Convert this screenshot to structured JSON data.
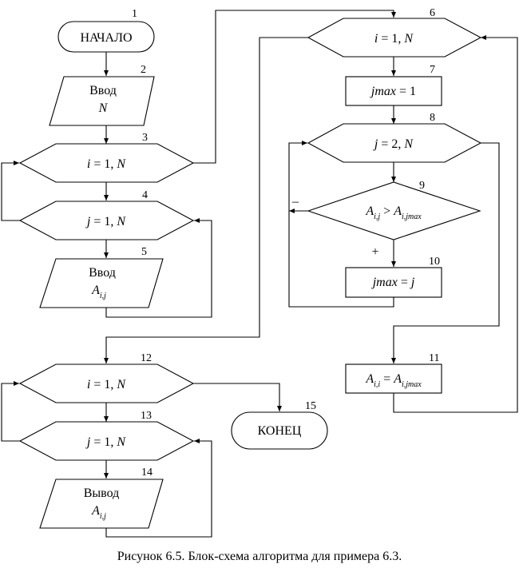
{
  "figure": {
    "caption": "Рисунок 6.5. Блок-схема алгоритма для примера 6.3."
  },
  "blocks": {
    "b1": {
      "number": "1",
      "text": "НАЧАЛО"
    },
    "b2": {
      "number": "2",
      "line1": "Ввод",
      "line2": "N"
    },
    "b3": {
      "number": "3",
      "var": "i",
      "eq": " = 1, ",
      "bound": "N"
    },
    "b4": {
      "number": "4",
      "var": "j",
      "eq": " = 1, ",
      "bound": "N"
    },
    "b5": {
      "number": "5",
      "line1": "Ввод",
      "base": "A",
      "sub": "i,j"
    },
    "b6": {
      "number": "6",
      "var": "i",
      "eq": " = 1, ",
      "bound": "N"
    },
    "b7": {
      "number": "7",
      "var": "jmax",
      "eq": " = 1"
    },
    "b8": {
      "number": "8",
      "var": "j",
      "eq": " = 2, ",
      "bound": "N"
    },
    "b9": {
      "number": "9",
      "lhs": "A",
      "lhs_sub": "i,j",
      "op": " > ",
      "rhs": "A",
      "rhs_sub": "i,jmax"
    },
    "b10": {
      "number": "10",
      "var": "jmax",
      "eq": " = ",
      "val": "j"
    },
    "b11": {
      "number": "11",
      "lhs": "A",
      "lhs_sub": "i,i",
      "op": " = ",
      "rhs": "A",
      "rhs_sub": "i,jmax"
    },
    "b12": {
      "number": "12",
      "var": "i",
      "eq": " = 1, ",
      "bound": "N"
    },
    "b13": {
      "number": "13",
      "var": "j",
      "eq": " = 1, ",
      "bound": "N"
    },
    "b14": {
      "number": "14",
      "line1": "Вывод",
      "base": "A",
      "sub": "i,j"
    },
    "b15": {
      "number": "15",
      "text": "КОНЕЦ"
    }
  },
  "branch_labels": {
    "yes": "+",
    "no": "–"
  }
}
